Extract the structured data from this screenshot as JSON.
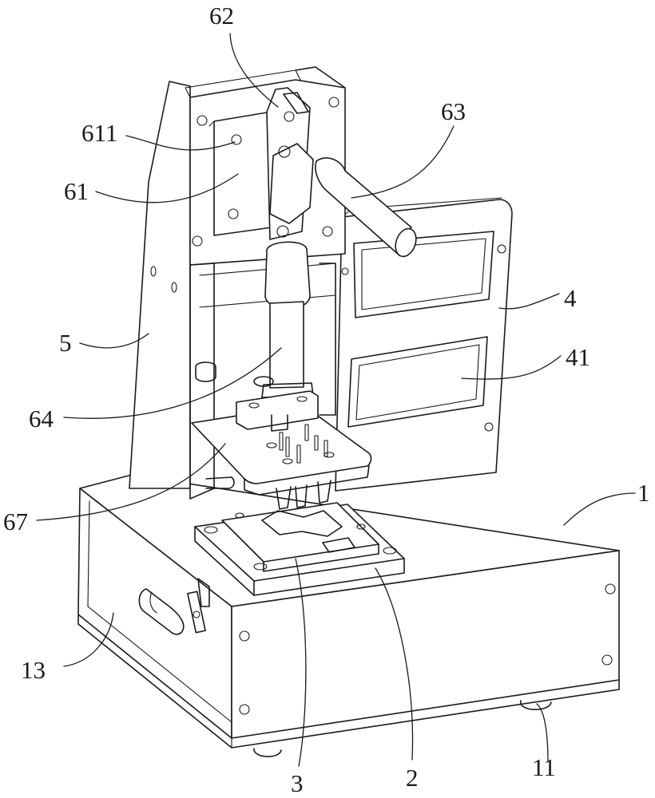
{
  "figure": {
    "type": "patent-isometric-drawing",
    "subject": "bench-top press / stamping fixture",
    "line_color": "#1a1a1a",
    "background": "#ffffff"
  },
  "labels": [
    {
      "id": "62",
      "text": "62",
      "part": "toggle-clamp-pivot"
    },
    {
      "id": "611",
      "text": "611",
      "part": "mounting-plate-screw-hole"
    },
    {
      "id": "63",
      "text": "63",
      "part": "press-handle"
    },
    {
      "id": "61",
      "text": "61",
      "part": "mounting-plate"
    },
    {
      "id": "4",
      "text": "4",
      "part": "rear-panel"
    },
    {
      "id": "41",
      "text": "41",
      "part": "panel-window"
    },
    {
      "id": "5",
      "text": "5",
      "part": "vertical-frame"
    },
    {
      "id": "64",
      "text": "64",
      "part": "plunger-rod"
    },
    {
      "id": "67",
      "text": "67",
      "part": "upper-die-plate"
    },
    {
      "id": "1",
      "text": "1",
      "part": "base-box"
    },
    {
      "id": "13",
      "text": "13",
      "part": "side-door"
    },
    {
      "id": "3",
      "text": "3",
      "part": "lower-die"
    },
    {
      "id": "2",
      "text": "2",
      "part": "die-base-plate"
    },
    {
      "id": "11",
      "text": "11",
      "part": "foot"
    }
  ]
}
